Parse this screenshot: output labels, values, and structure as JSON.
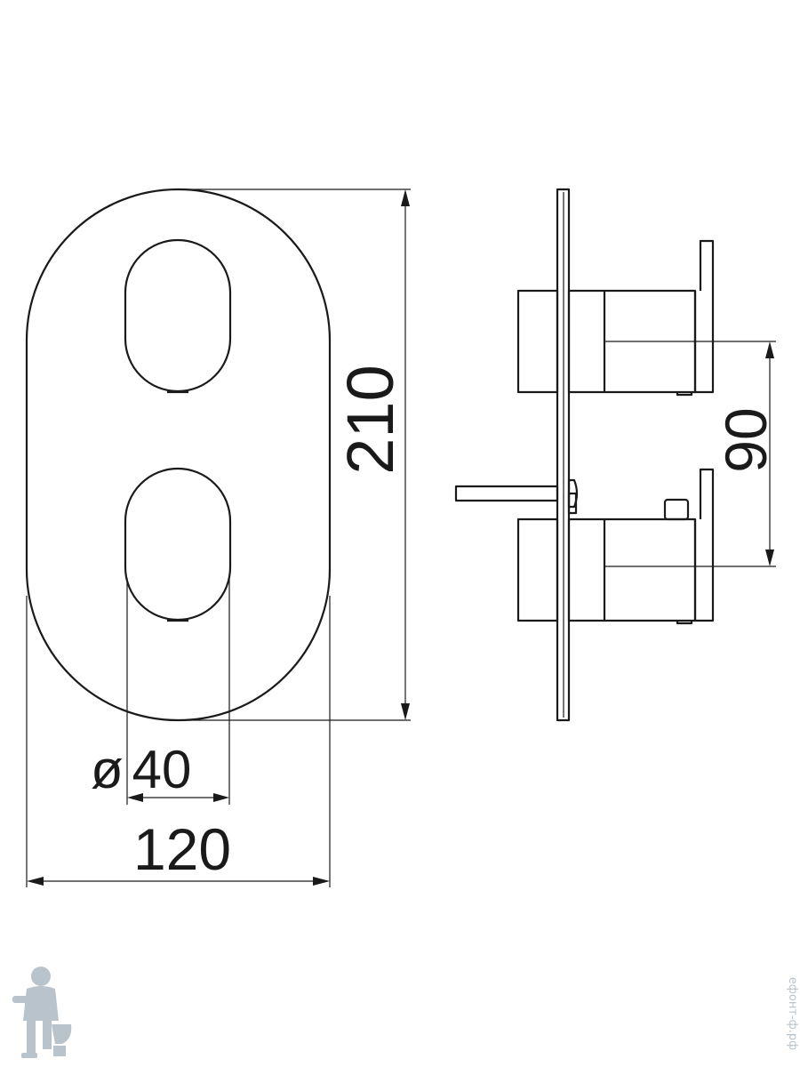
{
  "dimensions": {
    "height": "210",
    "width": "120",
    "diameter_symbol": "ø",
    "diameter": "40",
    "spacing": "90"
  },
  "watermark": {
    "text": "ефонт-ф.рф"
  },
  "colors": {
    "line": "#1a1a1a",
    "background": "#ffffff",
    "watermark": "#b9c3cc"
  }
}
